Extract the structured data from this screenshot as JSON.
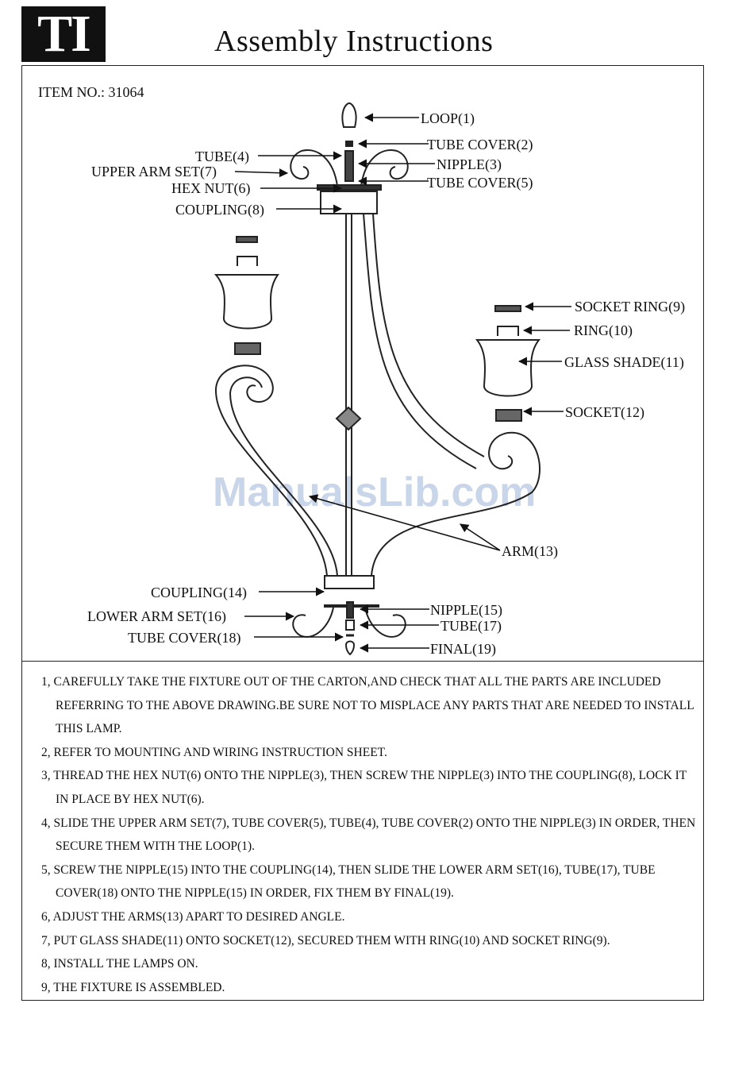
{
  "header": {
    "logo_text": "TI",
    "title": "Assembly Instructions"
  },
  "item_no": "ITEM NO.: 31064",
  "watermark": "ManualsLib.com",
  "parts": {
    "loop": "LOOP(1)",
    "tube_cover_2": "TUBE COVER(2)",
    "tube_4": "TUBE(4)",
    "nipple_3": "NIPPLE(3)",
    "upper_arm_set": "UPPER ARM SET(7)",
    "hex_nut": "HEX NUT(6)",
    "tube_cover_5": "TUBE COVER(5)",
    "coupling_8": "COUPLING(8)",
    "socket_ring": "SOCKET RING(9)",
    "ring": "RING(10)",
    "glass_shade": "GLASS SHADE(11)",
    "socket": "SOCKET(12)",
    "arm": "ARM(13)",
    "coupling_14": "COUPLING(14)",
    "nipple_15": "NIPPLE(15)",
    "lower_arm_set": "LOWER ARM SET(16)",
    "tube_17": "TUBE(17)",
    "tube_cover_18": "TUBE COVER(18)",
    "final": "FINAL(19)"
  },
  "steps": [
    "1, CAREFULLY TAKE THE FIXTURE OUT OF THE CARTON,AND CHECK THAT ALL THE PARTS ARE INCLUDED REFERRING TO THE ABOVE DRAWING.BE SURE NOT TO MISPLACE ANY PARTS THAT ARE NEEDED TO INSTALL THIS LAMP.",
    "2, REFER TO MOUNTING AND WIRING INSTRUCTION SHEET.",
    "3, THREAD THE HEX NUT(6) ONTO THE NIPPLE(3), THEN SCREW THE NIPPLE(3) INTO THE COUPLING(8), LOCK IT IN PLACE BY HEX NUT(6).",
    "4, SLIDE THE UPPER ARM SET(7), TUBE COVER(5), TUBE(4), TUBE COVER(2) ONTO THE NIPPLE(3) IN ORDER, THEN SECURE THEM WITH THE LOOP(1).",
    "5, SCREW THE NIPPLE(15) INTO THE COUPLING(14), THEN SLIDE THE LOWER ARM SET(16), TUBE(17), TUBE COVER(18) ONTO THE NIPPLE(15) IN ORDER, FIX THEM BY FINAL(19).",
    "6, ADJUST THE ARMS(13) APART TO DESIRED ANGLE.",
    "7, PUT GLASS SHADE(11) ONTO SOCKET(12), SECURED THEM WITH RING(10) AND SOCKET RING(9).",
    "8, INSTALL THE LAMPS ON.",
    "9, THE FIXTURE IS ASSEMBLED."
  ]
}
